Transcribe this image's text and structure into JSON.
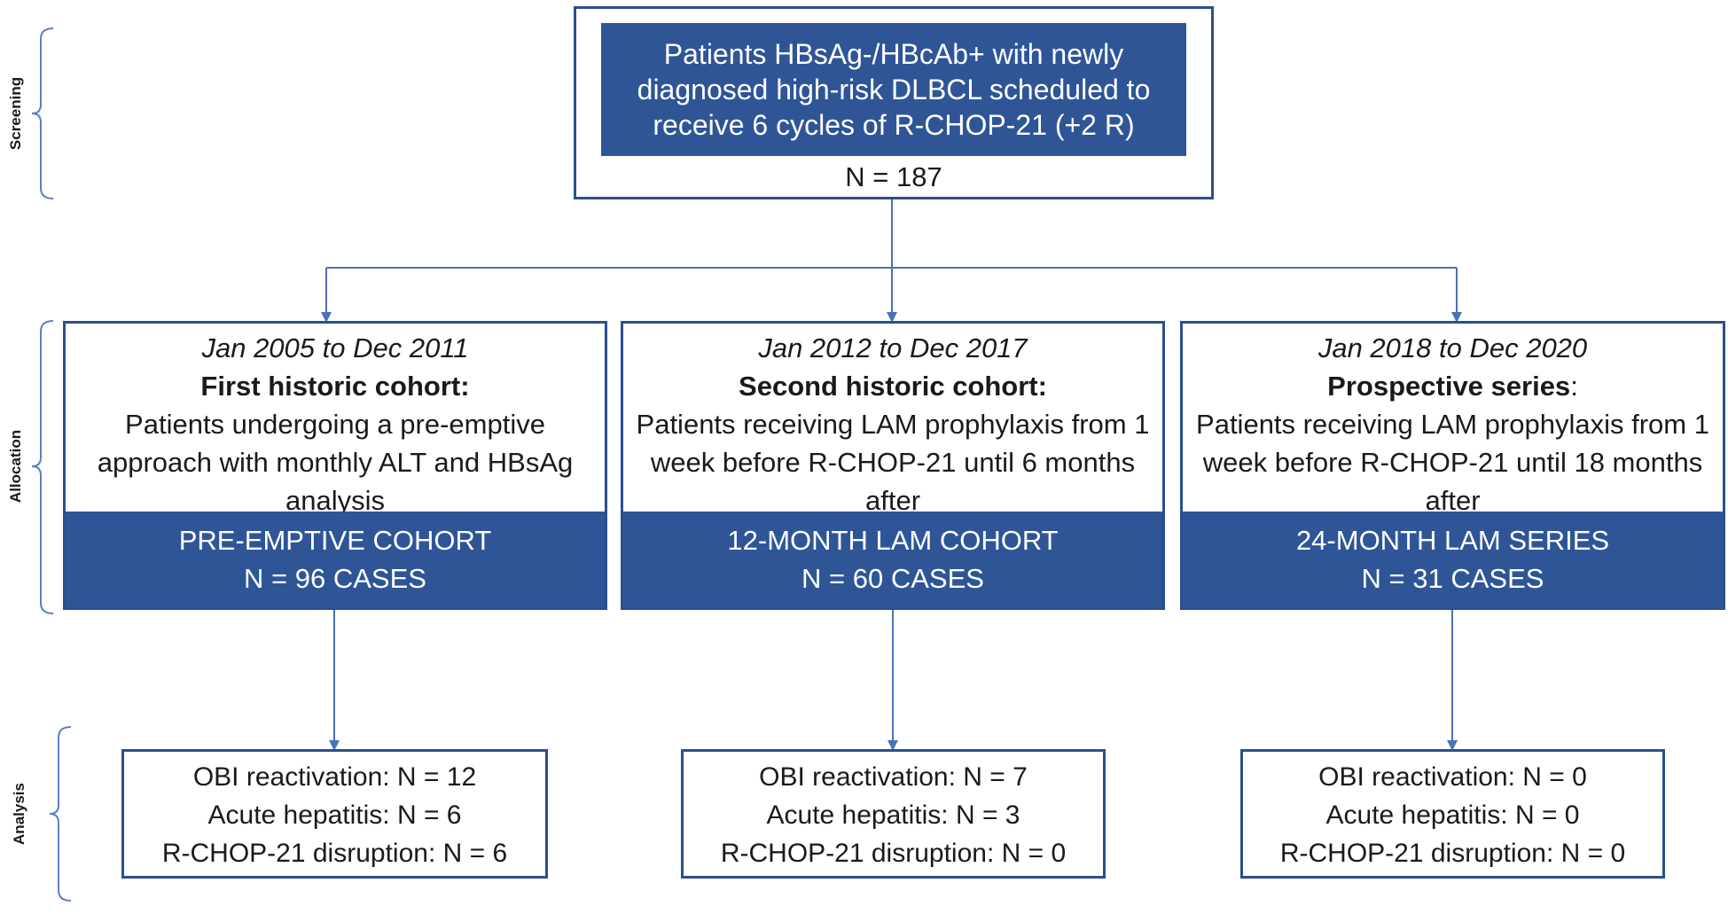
{
  "stages": [
    "Screening",
    "Allocation",
    "Analysis"
  ],
  "screening": {
    "description": "Patients HBsAg-/HBcAb+ with newly diagnosed high-risk DLBCL scheduled to receive 6 cycles of R-CHOP-21 (+2 R)",
    "n": "N = 187"
  },
  "cohorts": [
    {
      "period": "Jan 2005 to Dec 2011",
      "name": "First historic cohort:",
      "name_suffix": "",
      "description": "Patients undergoing a pre-emptive approach with monthly ALT and HBsAg analysis",
      "label": "PRE-EMPTIVE COHORT",
      "n": "N = 96 CASES"
    },
    {
      "period": "Jan 2012 to Dec 2017",
      "name": "Second historic cohort:",
      "name_suffix": "",
      "description": "Patients receiving LAM prophylaxis from 1 week before R-CHOP-21 until 6 months after",
      "label": "12-MONTH LAM COHORT",
      "n": "N = 60 CASES"
    },
    {
      "period": "Jan 2018 to Dec 2020",
      "name": "Prospective series",
      "name_suffix": ":",
      "description": "Patients receiving LAM prophylaxis from 1 week before R-CHOP-21 until 18 months after",
      "label": "24-MONTH LAM SERIES",
      "n": "N = 31 CASES"
    }
  ],
  "results": [
    [
      "OBI reactivation: N = 12",
      "Acute hepatitis: N = 6",
      "R-CHOP-21 disruption: N = 6"
    ],
    [
      "OBI reactivation: N = 7",
      "Acute hepatitis: N = 3",
      "R-CHOP-21 disruption:  N = 0"
    ],
    [
      "OBI reactivation:  N = 0",
      "Acute hepatitis: N = 0",
      "R-CHOP-21 disruption: N = 0"
    ]
  ],
  "colors": {
    "box_fill": "#2f5597",
    "box_border": "#2b4f8e",
    "line": "#4a72b8",
    "bracket": "#5b7fbf"
  }
}
